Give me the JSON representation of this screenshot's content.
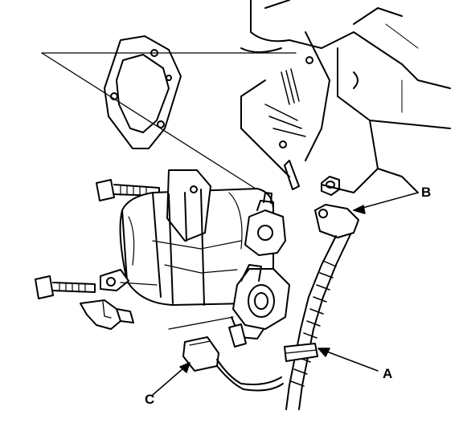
{
  "diagram": {
    "callouts": [
      {
        "id": "A",
        "label": "A"
      },
      {
        "id": "B",
        "label": "B"
      },
      {
        "id": "C",
        "label": "C"
      }
    ],
    "colors": {
      "ink": "#000000",
      "paper": "#ffffff",
      "shade": "#d9d9d9"
    }
  }
}
